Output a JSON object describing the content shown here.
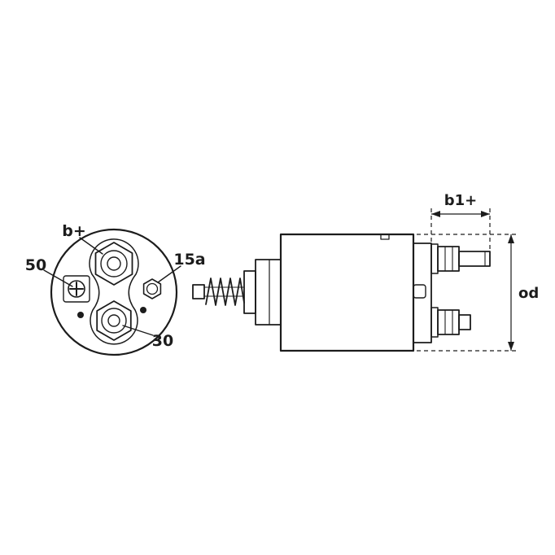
{
  "drawing": {
    "subject": "Starter solenoid switch - terminal end view and side view technical line drawing",
    "colors": {
      "line": "#1c1c1c",
      "background": "#ffffff"
    },
    "front_view": {
      "terminal_labels": {
        "b_plus": "b+",
        "fifty": "50",
        "fifteen_a": "15a",
        "thirty": "30"
      }
    },
    "side_view": {
      "dimension_labels": {
        "b1_plus": "b1+",
        "outer_diameter": "od"
      }
    }
  }
}
